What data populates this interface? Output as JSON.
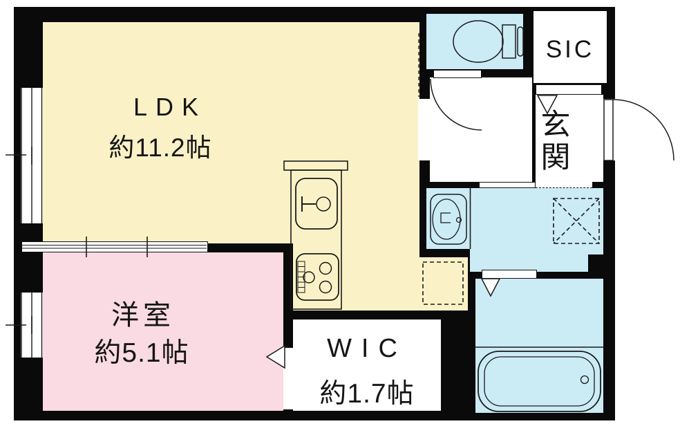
{
  "floor_plan": {
    "rooms": {
      "ldk": {
        "label": "LDK",
        "area": "約11.2帖"
      },
      "western_room": {
        "label": "洋室",
        "area": "約5.1帖"
      },
      "walk_in_closet": {
        "label": "WIC",
        "area": "約1.7帖"
      },
      "shoes_in_closet": {
        "label": "SIC"
      },
      "entrance": {
        "label": "玄関"
      }
    },
    "colors": {
      "wall": "#0a0a0a",
      "ldk_floor": "#faf2c6",
      "western_room_floor": "#fadbe3",
      "wet_area_floor": "#cbebf5",
      "closet_floor": "#ffffff",
      "line": "#1a1a1a"
    },
    "fixtures": [
      "kitchen-sink",
      "gas-stove",
      "refrigerator-space",
      "toilet",
      "washbasin",
      "washing-machine-space",
      "bathtub",
      "entrance-door",
      "toilet-door",
      "bathroom-door",
      "entrance-step-marker",
      "wic-door-marker",
      "sliding-windows"
    ]
  }
}
